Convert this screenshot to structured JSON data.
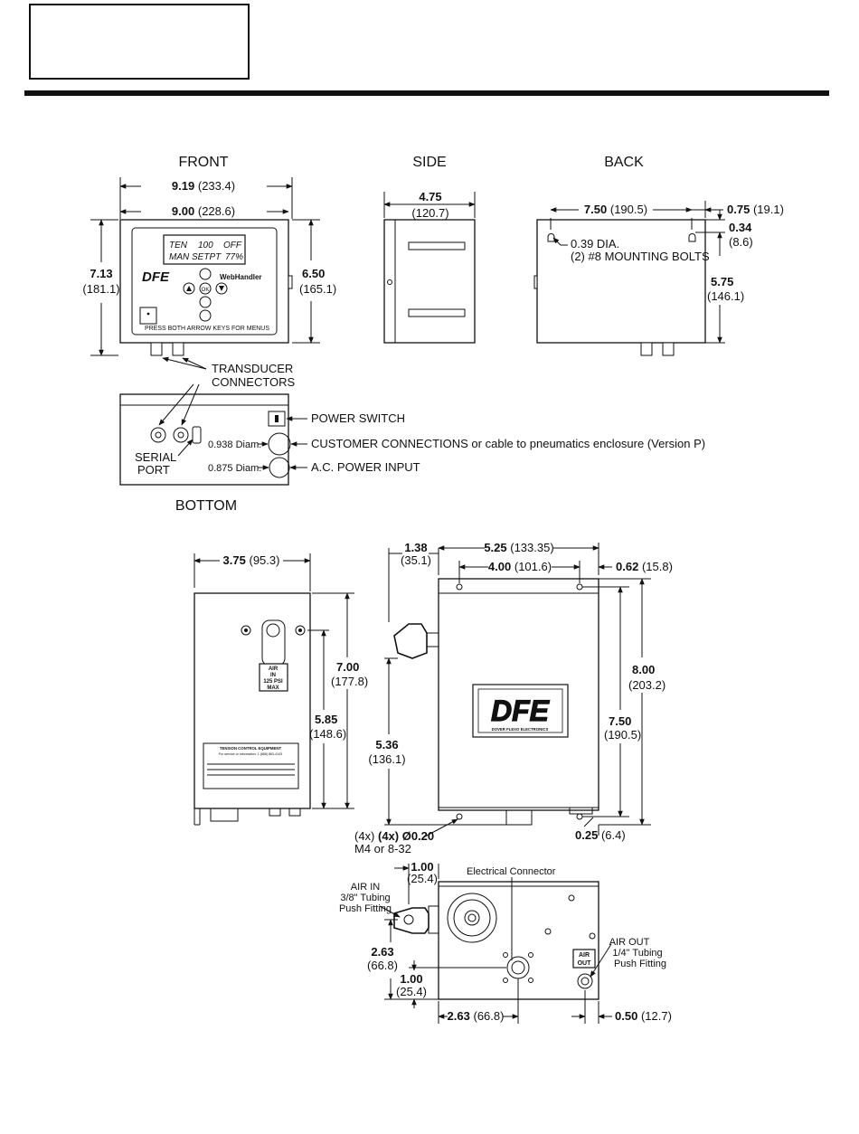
{
  "views": {
    "front": "FRONT",
    "side": "SIDE",
    "back": "BACK",
    "bottom": "BOTTOM"
  },
  "front": {
    "width_outer": {
      "v": "9.19",
      "mm": "(233.4)"
    },
    "width_inner": {
      "v": "9.00",
      "mm": "(228.6)"
    },
    "height_outer": {
      "v": "7.13",
      "mm": "(181.1)"
    },
    "height_inner": {
      "v": "6.50",
      "mm": "(165.1)"
    },
    "lcd_row1": [
      "TEN",
      "100",
      "OFF"
    ],
    "lcd_row2": [
      "MAN",
      "SETPT",
      "77%"
    ],
    "logo": "DFE",
    "brand": "WebHandler",
    "btn_ok": "OK",
    "bottom_note": "PRESS BOTH ARROW KEYS FOR MENUS"
  },
  "side": {
    "depth": {
      "v": "4.75",
      "mm": "(120.7)"
    }
  },
  "back": {
    "bolt_spacing": {
      "v": "7.50",
      "mm": "(190.5)"
    },
    "edge_offset": {
      "v": "0.75",
      "mm": "(19.1)"
    },
    "top_offset": {
      "v": "0.34",
      "mm": "(8.6)"
    },
    "bolt_height": {
      "v": "5.75",
      "mm": "(146.1)"
    },
    "bolt_note_1": "0.39 DIA.",
    "bolt_note_2": "(2) #8 MOUNTING BOLTS"
  },
  "bottom": {
    "transducer_1": "TRANSDUCER",
    "transducer_2": "CONNECTORS",
    "serial_1": "SERIAL",
    "serial_2": "PORT",
    "diam_1": "0.938 Diam.",
    "diam_2": "0.875 Diam.",
    "power_switch": "POWER SWITCH",
    "customer": "CUSTOMER CONNECTIONS or cable to pneumatics enclosure (Version P)",
    "ac_power": "A.C. POWER INPUT"
  },
  "pneumatic_side": {
    "width": {
      "v": "3.75",
      "mm": "(95.3)"
    },
    "height": {
      "v": "7.00",
      "mm": "(177.8)"
    },
    "inlet_height": {
      "v": "5.85",
      "mm": "(148.6)"
    },
    "air_label": [
      "AIR",
      "IN",
      "125 PSI",
      "MAX"
    ],
    "plate_title": "TENSION CONTROL EQUIPMENT",
    "plate_sub": "For service or information: 1 (888) 863-4143"
  },
  "pneumatic_front": {
    "fitting_offset": {
      "v": "1.38",
      "mm": "(35.1)"
    },
    "width": {
      "v": "5.25",
      "mm": "(133.35)"
    },
    "hole_spacing": {
      "v": "4.00",
      "mm": "(101.6)"
    },
    "edge_offset": {
      "v": "0.62",
      "mm": "(15.8)"
    },
    "height": {
      "v": "8.00",
      "mm": "(203.2)"
    },
    "hole_height": {
      "v": "7.50",
      "mm": "(190.5)"
    },
    "fitting_height": {
      "v": "5.36",
      "mm": "(136.1)"
    },
    "bottom_offset": {
      "v": "0.25",
      "mm": "(6.4)"
    },
    "holes_1": "(4x) Ø0.20",
    "holes_2": "M4 or 8-32",
    "logo": "DFE",
    "logo_sub": "DOVER FLEXO ELECTRONICS"
  },
  "pneumatic_bottom": {
    "air_in_offset": {
      "v": "1.00",
      "mm": "(25.4)"
    },
    "electrical": "Electrical Connector",
    "air_in_1": "AIR IN",
    "air_in_2": "3/8\" Tubing",
    "air_in_3": "Push Fitting",
    "air_out_1": "AIR OUT",
    "air_out_2": "1/4\" Tubing",
    "air_out_3": "Push Fitting",
    "air_out_tag": [
      "AIR",
      "OUT"
    ],
    "conn_height": {
      "v": "2.63",
      "mm": "(66.8)"
    },
    "conn_low": {
      "v": "1.00",
      "mm": "(25.4)"
    },
    "conn_x": {
      "v": "2.63",
      "mm": "(66.8)"
    },
    "out_offset": {
      "v": "0.50",
      "mm": "(12.7)"
    }
  }
}
